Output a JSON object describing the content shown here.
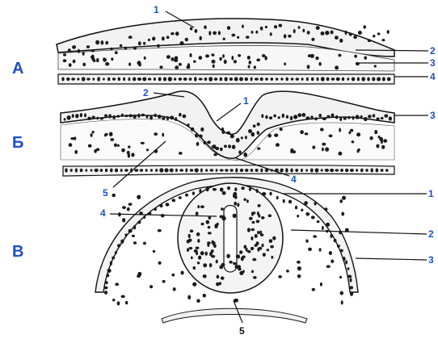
{
  "panels": [
    {
      "id": "A",
      "label": "А"
    },
    {
      "id": "B",
      "label": "Б"
    },
    {
      "id": "V",
      "label": "В"
    }
  ],
  "callouts": {
    "A": [
      "1",
      "2",
      "3",
      "4"
    ],
    "B": [
      "1",
      "2",
      "3",
      "4",
      "5"
    ],
    "V": [
      "1",
      "2",
      "3",
      "4",
      "5"
    ]
  },
  "colors": {
    "label_blue": "#1f4fc2",
    "ink": "#111111",
    "cell_fill": "#f2f2f2",
    "nucleus": "#1a1a1a"
  }
}
